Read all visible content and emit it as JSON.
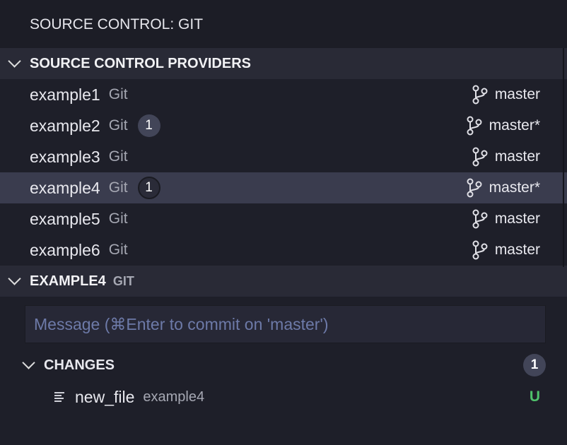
{
  "title": "SOURCE CONTROL: GIT",
  "providers": {
    "header": "SOURCE CONTROL PROVIDERS",
    "items": [
      {
        "name": "example1",
        "type": "Git",
        "badge": null,
        "branch": "master"
      },
      {
        "name": "example2",
        "type": "Git",
        "badge": "1",
        "branch": "master*"
      },
      {
        "name": "example3",
        "type": "Git",
        "badge": null,
        "branch": "master"
      },
      {
        "name": "example4",
        "type": "Git",
        "badge": "1",
        "branch": "master*",
        "selected": true
      },
      {
        "name": "example5",
        "type": "Git",
        "badge": null,
        "branch": "master"
      },
      {
        "name": "example6",
        "type": "Git",
        "badge": null,
        "branch": "master"
      }
    ]
  },
  "repo": {
    "name": "EXAMPLE4",
    "type": "GIT",
    "message_placeholder": "Message (⌘Enter to commit on 'master')",
    "message_value": "",
    "changes": {
      "label": "CHANGES",
      "count": "1",
      "files": [
        {
          "name": "new_file",
          "folder": "example4",
          "status": "U"
        }
      ]
    }
  },
  "colors": {
    "untracked": "#4fc16b",
    "placeholder": "#6d7aa8"
  }
}
